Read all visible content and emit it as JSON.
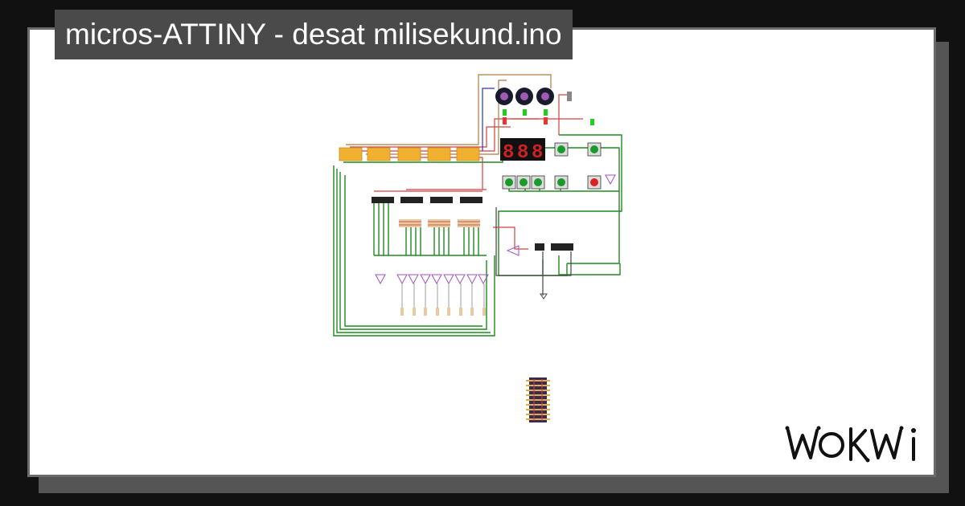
{
  "card": {
    "title": "micros-ATTINY - desat milisekund.ino",
    "brand": "WOKWI"
  },
  "diagram": {
    "display_digits": [
      "8",
      "8",
      "8"
    ]
  }
}
